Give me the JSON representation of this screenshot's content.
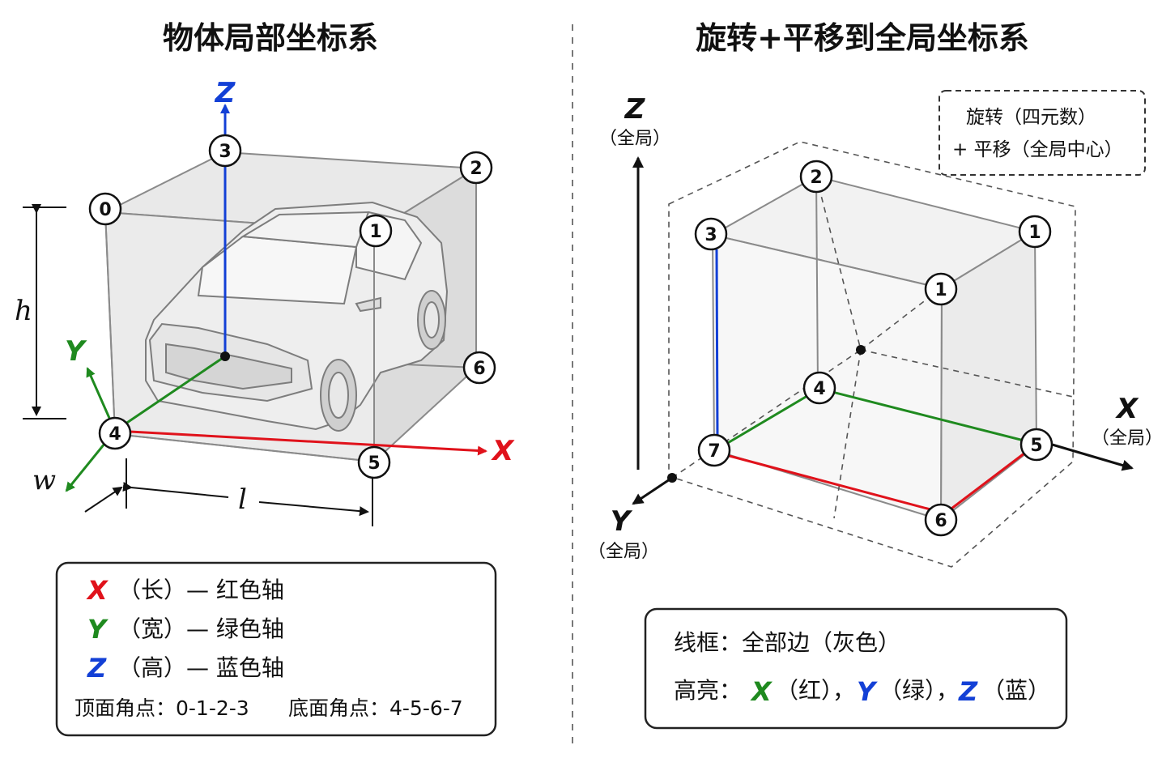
{
  "left_panel": {
    "title": "物体局部坐标系",
    "axes": {
      "x": "X",
      "y": "Y",
      "z": "Z"
    },
    "dimensions": {
      "height": "h",
      "width": "w",
      "length": "l"
    },
    "corners": [
      "0",
      "1",
      "2",
      "3",
      "4",
      "5",
      "6"
    ],
    "legend": {
      "rows": [
        {
          "axis": "X",
          "text": "（长）— 红色轴",
          "color": "#e0121b"
        },
        {
          "axis": "Y",
          "text": "（宽）— 绿色轴",
          "color": "#1f8a1f"
        },
        {
          "axis": "Z",
          "text": "（高）— 蓝色轴",
          "color": "#1340d6"
        }
      ],
      "corner_note_top": "顶面角点：0-1-2-3",
      "corner_note_bottom": "底面角点：4-5-6-7"
    }
  },
  "right_panel": {
    "title": "旋转+平移到全局坐标系",
    "axes": {
      "x": "X",
      "y": "Y",
      "z": "Z"
    },
    "global_tag": "（全局）",
    "corners": [
      "2",
      "3",
      "1",
      "1",
      "4",
      "7",
      "5",
      "6"
    ],
    "note_line1": "旋转（四元数）",
    "note_line2": "+ 平移（全局中心）",
    "legend": {
      "line1": "线框：全部边（灰色）",
      "line2_prefix": "高亮：",
      "x_axis": "X",
      "x_text": "（红），",
      "y_axis": "Y",
      "y_text": "（绿），",
      "z_axis": "Z",
      "z_text": "（蓝）"
    }
  },
  "colors": {
    "red": "#e0121b",
    "green": "#1f8a1f",
    "blue": "#1340d6",
    "edge_gray": "#8a8a8a"
  },
  "icons": [
    "car-illustration",
    "arrow-icon"
  ]
}
